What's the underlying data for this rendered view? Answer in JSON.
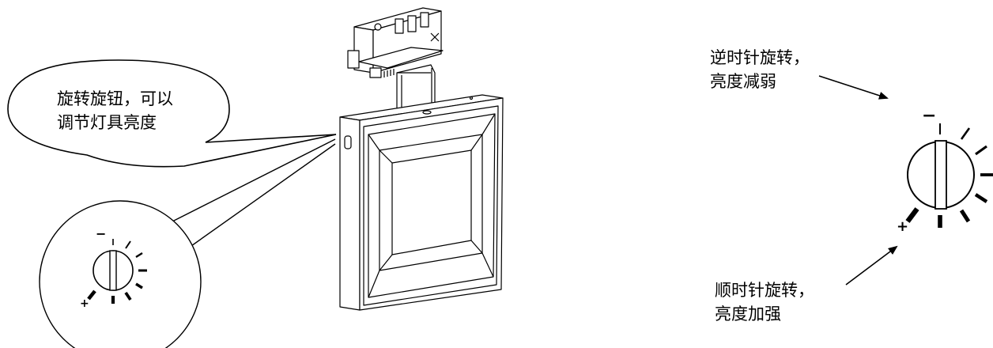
{
  "callout": {
    "line1": "旋转旋钮，可以",
    "line2": "调节灯具亮度"
  },
  "ccw": {
    "line1": "逆时针旋转，",
    "line2": "亮度减弱"
  },
  "cw": {
    "line1": "顺时针旋转，",
    "line2": "亮度加强"
  },
  "dial": {
    "minus_symbol": "−",
    "plus_symbol": "+"
  },
  "colors": {
    "stroke": "#000000",
    "background": "#ffffff"
  }
}
